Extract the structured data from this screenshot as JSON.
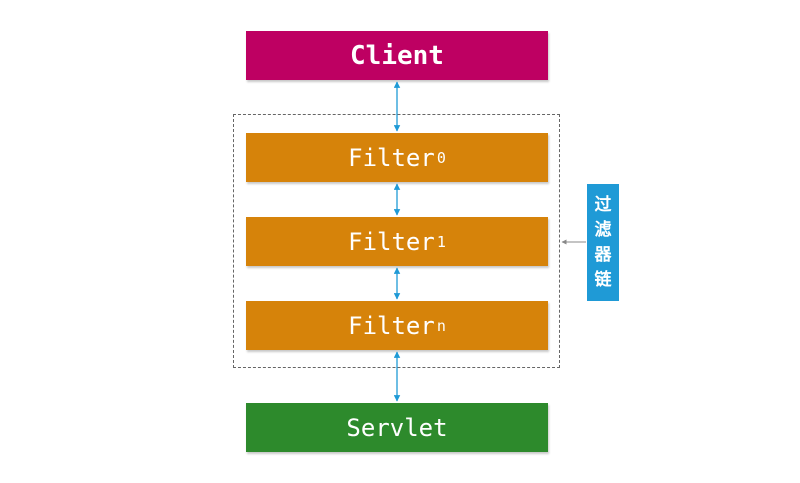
{
  "nodes": {
    "client": "Client",
    "filter0": {
      "base": "Filter",
      "sub": "0"
    },
    "filter1": {
      "base": "Filter",
      "sub": "1"
    },
    "filtern": {
      "base": "Filter",
      "sub": "n"
    },
    "servlet": "Servlet"
  },
  "chain_label": [
    "过",
    "滤",
    "器",
    "链"
  ],
  "colors": {
    "client": "#be0062",
    "filter": "#d6830a",
    "servlet": "#2d8a2c",
    "label": "#1f9ad6",
    "arrow": "#1f9ad6",
    "pointer": "#888888"
  }
}
